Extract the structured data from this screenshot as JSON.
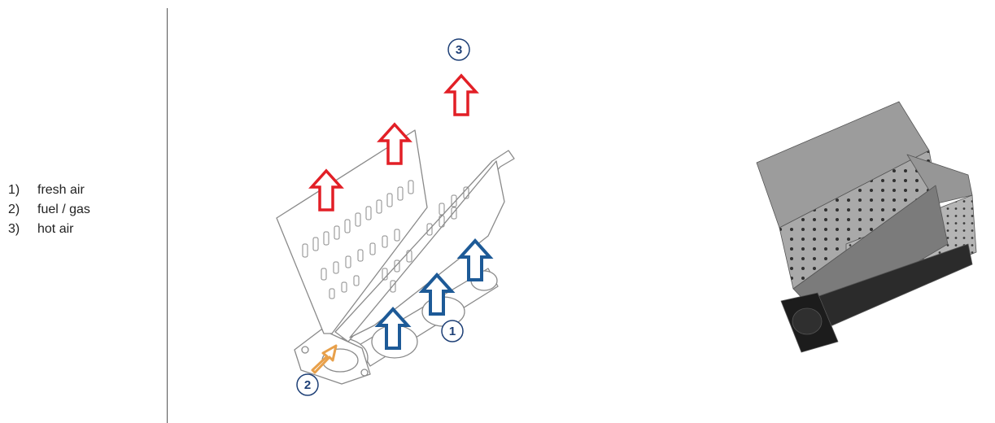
{
  "legend": [
    {
      "number": "1)",
      "label": "fresh air"
    },
    {
      "number": "2)",
      "label": "fuel / gas"
    },
    {
      "number": "3)",
      "label": "hot air"
    }
  ],
  "callouts": {
    "fresh_air": "1",
    "fuel": "2",
    "hot_air": "3"
  },
  "colors": {
    "fresh_air_arrow": "#1d5a97",
    "hot_air_arrow": "#e21f26",
    "fuel_arrow": "#e8a04a",
    "callout": "#1d3f76",
    "line_art": "#8a8a8a",
    "divider": "#555555"
  },
  "icons": {
    "burner_drawing": "burner-line-drawing",
    "burner_render": "burner-3d-render",
    "arrow": "up-arrow-outline"
  }
}
